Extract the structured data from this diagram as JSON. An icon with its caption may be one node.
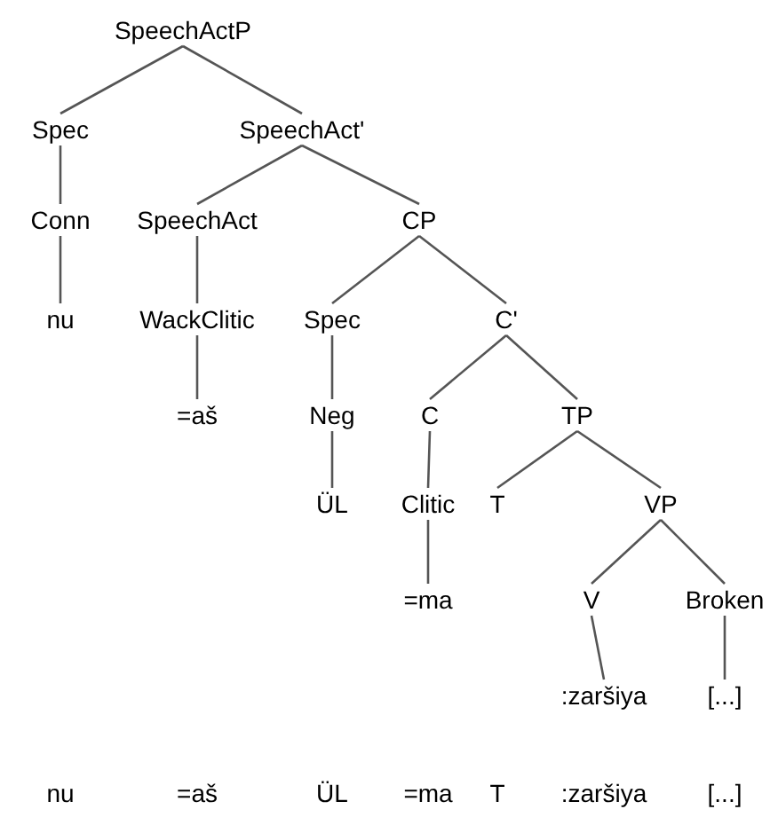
{
  "diagram": {
    "nodes": [
      {
        "text": [
          "SpeechActP"
        ]
      },
      {
        "text": [
          "Spec"
        ]
      },
      {
        "text": [
          "SpeechAct'"
        ]
      },
      {
        "text": [
          "Conn"
        ]
      },
      {
        "text": [
          "SpeechAct"
        ]
      },
      {
        "text": [
          "CP"
        ]
      },
      {
        "text": [
          "nu"
        ]
      },
      {
        "text": [
          "WackClitic"
        ]
      },
      {
        "text": [
          "Spec"
        ]
      },
      {
        "text": [
          "C'"
        ]
      },
      {
        "text": [
          "=aš"
        ]
      },
      {
        "text": [
          "Neg"
        ]
      },
      {
        "text": [
          "C"
        ]
      },
      {
        "text": [
          "TP"
        ]
      },
      {
        "text": [
          "ÜL"
        ]
      },
      {
        "text": [
          "Clitic"
        ]
      },
      {
        "text": [
          "T"
        ]
      },
      {
        "text": [
          "VP"
        ]
      },
      {
        "text": [
          "=ma"
        ]
      },
      {
        "text": [
          "V"
        ]
      },
      {
        "text": [
          "Broken"
        ]
      },
      {
        "text": [
          ":zaršiya"
        ]
      },
      {
        "text": [
          "[...]"
        ]
      }
    ],
    "edges": [
      {
        "from": 0,
        "to": 1,
        "arrow": "none"
      },
      {
        "from": 0,
        "to": 2,
        "arrow": "none"
      },
      {
        "from": 1,
        "to": 3,
        "arrow": "none"
      },
      {
        "from": 2,
        "to": 4,
        "arrow": "none"
      },
      {
        "from": 2,
        "to": 5,
        "arrow": "none"
      },
      {
        "from": 3,
        "to": 6,
        "arrow": "none"
      },
      {
        "from": 4,
        "to": 7,
        "arrow": "none"
      },
      {
        "from": 5,
        "to": 8,
        "arrow": "none"
      },
      {
        "from": 5,
        "to": 9,
        "arrow": "none"
      },
      {
        "from": 7,
        "to": 10,
        "arrow": "none"
      },
      {
        "from": 8,
        "to": 11,
        "arrow": "none"
      },
      {
        "from": 9,
        "to": 12,
        "arrow": "none"
      },
      {
        "from": 9,
        "to": 13,
        "arrow": "none"
      },
      {
        "from": 11,
        "to": 14,
        "arrow": "none"
      },
      {
        "from": 12,
        "to": 15,
        "arrow": "none"
      },
      {
        "from": 13,
        "to": 16,
        "arrow": "none"
      },
      {
        "from": 13,
        "to": 17,
        "arrow": "none"
      },
      {
        "from": 15,
        "to": 18,
        "arrow": "none"
      },
      {
        "from": 17,
        "to": 19,
        "arrow": "none"
      },
      {
        "from": 17,
        "to": 20,
        "arrow": "none"
      },
      {
        "from": 19,
        "to": 21,
        "arrow": "none"
      },
      {
        "from": 20,
        "to": 22,
        "arrow": "none"
      }
    ],
    "labels": [
      "nu",
      "=aš",
      "ÜL",
      "=ma",
      "T",
      ":zaršiya",
      "[...]"
    ]
  }
}
